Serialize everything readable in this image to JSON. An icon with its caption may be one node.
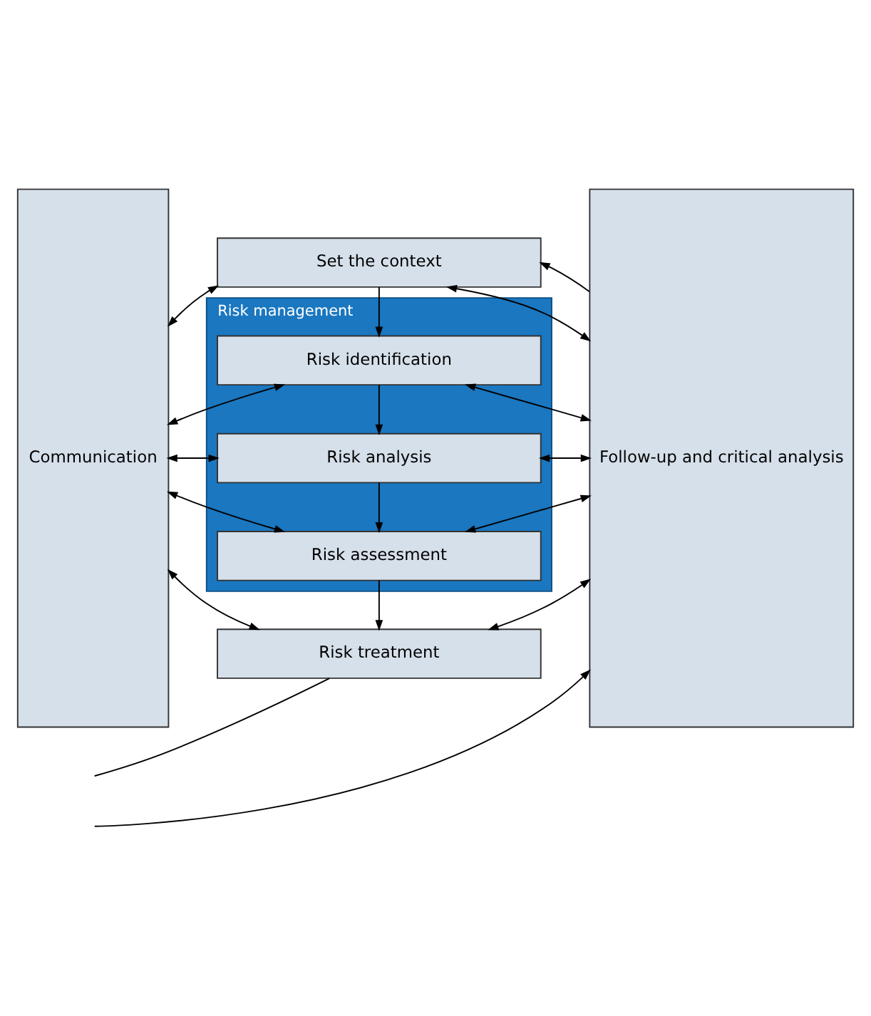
{
  "diagram": {
    "nodes": [
      {
        "text": [
          "Communication"
        ]
      },
      {
        "text": [
          "Set the context"
        ]
      },
      {
        "text": [
          "Risk management"
        ]
      },
      {
        "text": [
          "Risk identification"
        ],
        "in": 2
      },
      {
        "text": [
          "Risk analysis"
        ],
        "in": 2
      },
      {
        "text": [
          "Risk assessment"
        ],
        "in": 2
      },
      {
        "text": [
          "Risk treatment"
        ]
      },
      {
        "text": [
          "Follow-up and critical analysis"
        ]
      }
    ],
    "edges": [
      {
        "from": 0,
        "to": 1,
        "arrow": "both"
      },
      {
        "from": 1,
        "to": 7,
        "arrow": "both"
      },
      {
        "from": 0,
        "to": 3,
        "arrow": "both"
      },
      {
        "from": 3,
        "to": 7,
        "arrow": "both"
      },
      {
        "from": 0,
        "to": 4,
        "arrow": "both"
      },
      {
        "from": 4,
        "to": 7,
        "arrow": "both"
      },
      {
        "from": 0,
        "to": 5,
        "arrow": "both"
      },
      {
        "from": 5,
        "to": 7,
        "arrow": "both"
      },
      {
        "from": 0,
        "to": 6,
        "arrow": "both"
      },
      {
        "from": 6,
        "to": 7,
        "arrow": "both"
      },
      {
        "from": 7,
        "to": 1,
        "arrow": "to"
      },
      {
        "from": 1,
        "to": 3,
        "arrow": "to"
      },
      {
        "from": 3,
        "to": 4,
        "arrow": "to"
      },
      {
        "from": 4,
        "to": 5,
        "arrow": "to"
      },
      {
        "from": 5,
        "to": 6,
        "arrow": "to"
      },
      {
        "from": 6,
        "to": null,
        "arrow": "none"
      },
      {
        "from": null,
        "to": 7,
        "arrow": "to"
      }
    ]
  }
}
